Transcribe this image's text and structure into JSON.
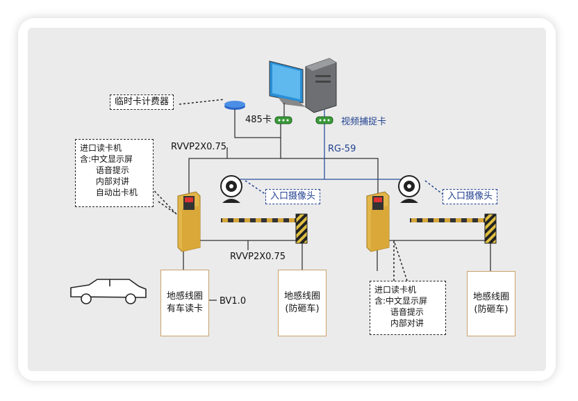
{
  "labels": {
    "temp_card_meter": "临时卡计费器",
    "rs485_card": "485卡",
    "video_capture_card": "视频捕捉卡",
    "cable_rvvp_top": "RVVP2X0.75",
    "cable_rg59": "RG-59",
    "cable_rvvp_mid": "RVVP2X0.75",
    "cable_bv": "BV1.0",
    "entrance_camera_left": "入口摄像头",
    "entrance_camera_right": "入口摄像头"
  },
  "notes": {
    "left_reader": "进口读卡机\n含:中文显示屏\n      语音提示\n      内部对讲\n      自动出卡机",
    "right_reader": "进口读卡机\n含:中文显示屏\n      语音提示\n      内部对讲"
  },
  "boxes": {
    "loop_card_line1": "地感线圈",
    "loop_card_line2": "有车读卡",
    "loop_anti1_line1": "地感线圈",
    "loop_anti1_line2": "(防砸车)",
    "loop_anti2_line1": "地感线圈",
    "loop_anti2_line2": "(防砸车)"
  },
  "colors": {
    "wire": "#333333",
    "video_wire": "#2a4f9a",
    "booth": "#e3b64a",
    "barrier_stripe": "#d4a53a"
  }
}
